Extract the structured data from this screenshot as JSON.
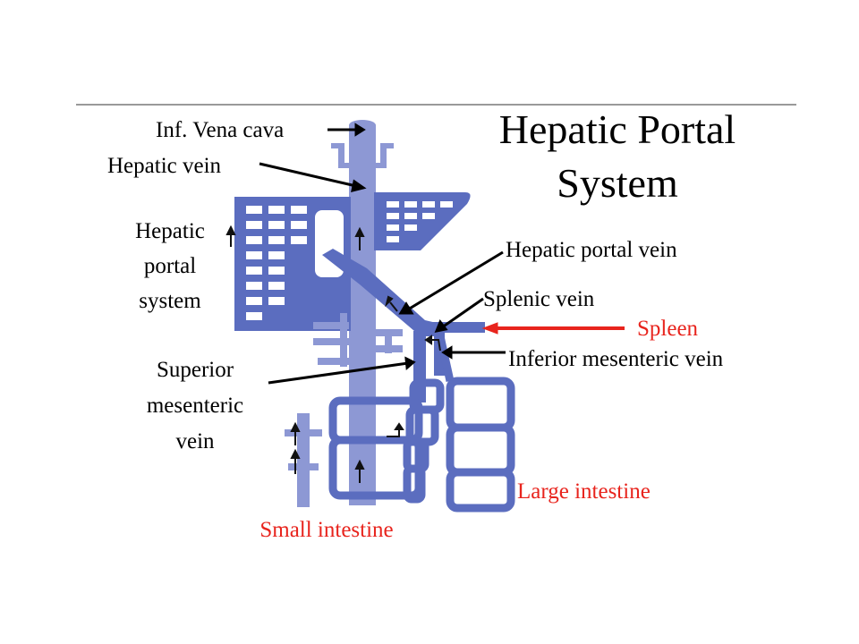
{
  "title": {
    "line1": "Hepatic Portal",
    "line2": "System"
  },
  "labels": {
    "inf_vena_cava": "Inf. Vena cava",
    "hepatic_vein": "Hepatic vein",
    "hepatic_portal_system": [
      "Hepatic",
      "portal",
      "system"
    ],
    "hepatic_portal_vein": "Hepatic portal vein",
    "splenic_vein": "Splenic vein",
    "spleen": "Spleen",
    "inferior_mesenteric_vein": "Inferior mesenteric vein",
    "superior_mesenteric_vein": [
      "Superior",
      "mesenteric",
      "vein"
    ],
    "large_intestine": "Large intestine",
    "small_intestine": "Small intestine"
  },
  "colors": {
    "vessel": "#5b6dbf",
    "vessel_light": "#8d98d4",
    "highlight": "#e8241d",
    "text": "#000000"
  }
}
